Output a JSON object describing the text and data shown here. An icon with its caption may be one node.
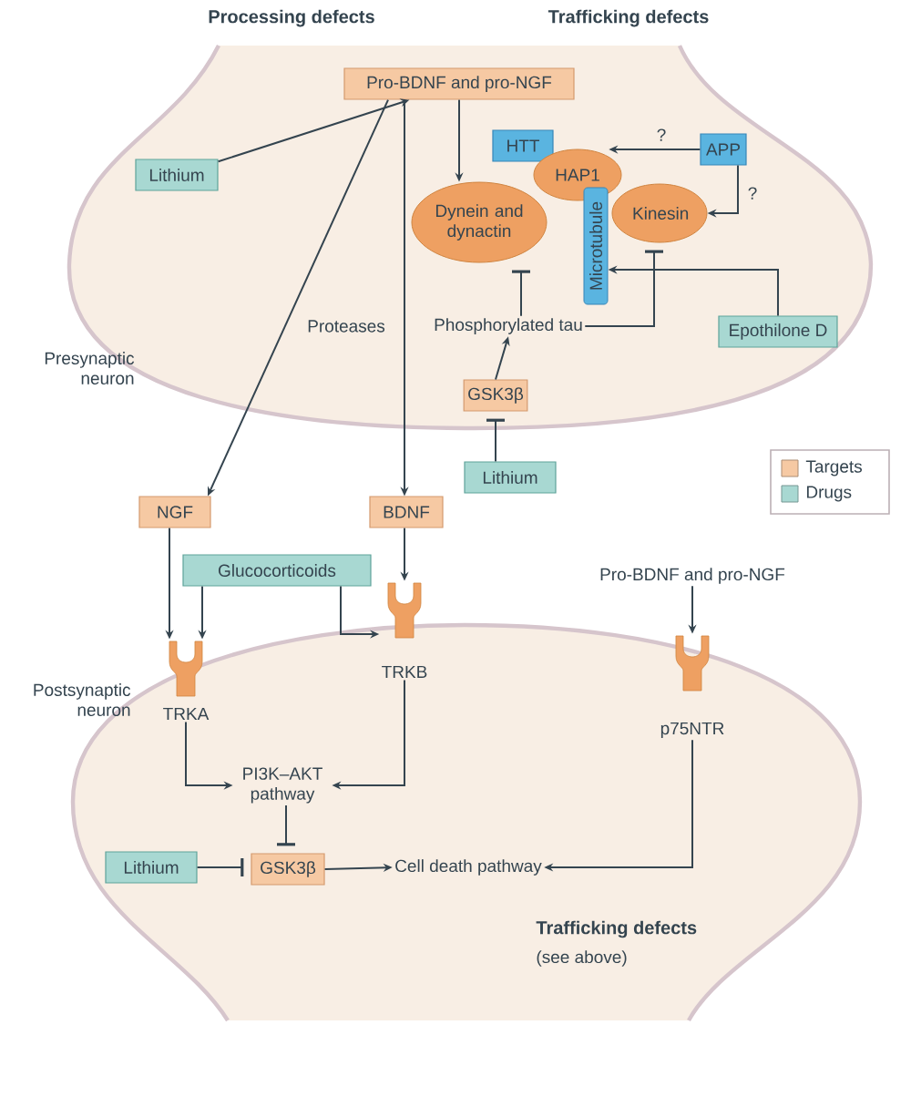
{
  "diagram": {
    "nodes": [
      {
        "text": [
          "Pro-BDNF and pro-NGF"
        ]
      },
      {
        "text": [
          "Lithium"
        ]
      },
      {
        "text": [
          "HTT"
        ]
      },
      {
        "text": [
          "APP"
        ]
      },
      {
        "text": [
          "HAP1"
        ]
      },
      {
        "text": [
          "Dynein and dynactin"
        ]
      },
      {
        "text": [
          "Kinesin"
        ]
      },
      {
        "text": [
          "Microtubule"
        ]
      },
      {
        "text": [
          "Phosphorylated tau"
        ]
      },
      {
        "text": [
          "Epothilone D"
        ]
      },
      {
        "text": [
          "GSK3β"
        ]
      },
      {
        "text": [
          "Lithium"
        ]
      },
      {
        "text": [
          "NGF"
        ]
      },
      {
        "text": [
          "BDNF"
        ]
      },
      {
        "text": [
          "Glucocorticoids"
        ]
      },
      {
        "text": [
          "TRKA"
        ]
      },
      {
        "text": [
          "TRKB"
        ]
      },
      {
        "text": [
          "Pro-BDNF and pro-NGF"
        ]
      },
      {
        "text": [
          "p75NTR"
        ]
      },
      {
        "text": [
          "PI3K–AKT pathway"
        ]
      },
      {
        "text": [
          "Lithium"
        ]
      },
      {
        "text": [
          "GSK3β"
        ]
      },
      {
        "text": [
          "Cell death pathway"
        ]
      }
    ],
    "edges": [
      {
        "from": 1,
        "to": 0,
        "arrow": "to"
      },
      {
        "from": 0,
        "to": 12,
        "arrow": "to"
      },
      {
        "from": 0,
        "to": 13,
        "arrow": "to"
      },
      {
        "from": 0,
        "to": 5,
        "arrow": "to"
      },
      {
        "from": 3,
        "to": 4,
        "arrow": "to",
        "label": "?"
      },
      {
        "from": 3,
        "to": 6,
        "arrow": "to",
        "label": "?"
      },
      {
        "from": 8,
        "to": 5,
        "arrow": "other"
      },
      {
        "from": 8,
        "to": 6,
        "arrow": "other"
      },
      {
        "from": 9,
        "to": 7,
        "arrow": "to"
      },
      {
        "from": 10,
        "to": 8,
        "arrow": "to"
      },
      {
        "from": 11,
        "to": 10,
        "arrow": "other"
      },
      {
        "from": 12,
        "to": 15,
        "arrow": "to"
      },
      {
        "from": 14,
        "to": 15,
        "arrow": "to"
      },
      {
        "from": 14,
        "to": 16,
        "arrow": "to"
      },
      {
        "from": 13,
        "to": 16,
        "arrow": "to"
      },
      {
        "from": 17,
        "to": 18,
        "arrow": "to"
      },
      {
        "from": 15,
        "to": 19,
        "arrow": "to"
      },
      {
        "from": 16,
        "to": 19,
        "arrow": "to"
      },
      {
        "from": 19,
        "to": 21,
        "arrow": "other"
      },
      {
        "from": 20,
        "to": 21,
        "arrow": "other"
      },
      {
        "from": 21,
        "to": 22,
        "arrow": "to"
      },
      {
        "from": 18,
        "to": 22,
        "arrow": "to"
      }
    ],
    "labels": [
      "Processing defects",
      "Trafficking defects",
      "Presynaptic neuron",
      "Proteases",
      "Postsynaptic neuron",
      "Trafficking defects",
      "(see above)"
    ],
    "legend": [
      {
        "text": "Targets",
        "color": "#f6c9a3"
      },
      {
        "text": "Drugs",
        "color": "#a8d8d2"
      }
    ]
  }
}
